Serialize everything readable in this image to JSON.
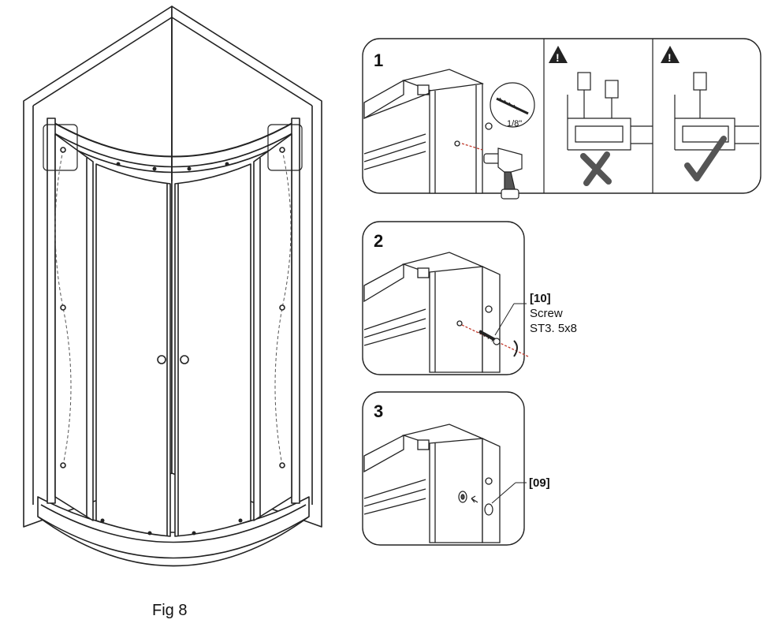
{
  "figure": {
    "caption": "Fig 8"
  },
  "steps": [
    {
      "number": "1",
      "drill_size": "1/8\""
    },
    {
      "number": "2",
      "part_ref": "[10]",
      "part_name": "Screw",
      "part_spec": "ST3. 5x8"
    },
    {
      "number": "3",
      "part_ref": "[09]"
    }
  ],
  "icons": {
    "warning": "warning-triangle-icon",
    "wrong": "cross-mark-icon",
    "right": "check-mark-icon",
    "drill": "power-drill-icon",
    "drill_bit": "drill-bit-icon",
    "screw": "screw-icon",
    "cap": "cover-cap-icon"
  },
  "colors": {
    "line": "#222222",
    "dashed_red": "#c0392b",
    "panel_fill": "#ffffff",
    "mark_fill": "#555555"
  }
}
